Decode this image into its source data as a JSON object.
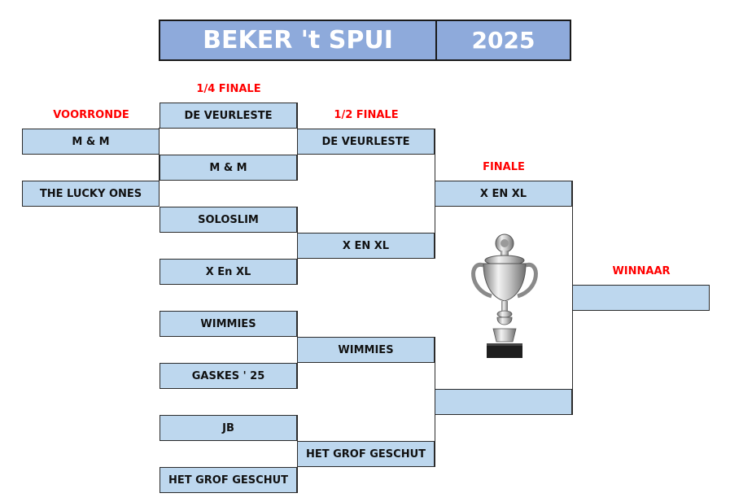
{
  "header": {
    "title": "BEKER 't SPUI",
    "year": "2025"
  },
  "rounds": {
    "voorronde": "VOORRONDE",
    "kwartfinale": "1/4 FINALE",
    "halvefinale": "1/2 FINALE",
    "finale": "FINALE",
    "winnaar": "WINNAAR"
  },
  "voorronde": [
    "M & M",
    "THE LUCKY ONES"
  ],
  "kwartfinale": [
    "DE VEURLESTE",
    "M & M",
    "SOLOSLIM",
    "X En XL",
    "WIMMIES",
    "GASKES ' 25",
    "JB",
    "HET GROF GESCHUT"
  ],
  "halvefinale": [
    "DE VEURLESTE",
    "X EN XL",
    "WIMMIES",
    "HET GROF GESCHUT"
  ],
  "finale": [
    "X EN XL",
    ""
  ],
  "winnaar": "",
  "trophy_icon": "trophy-cup-icon"
}
